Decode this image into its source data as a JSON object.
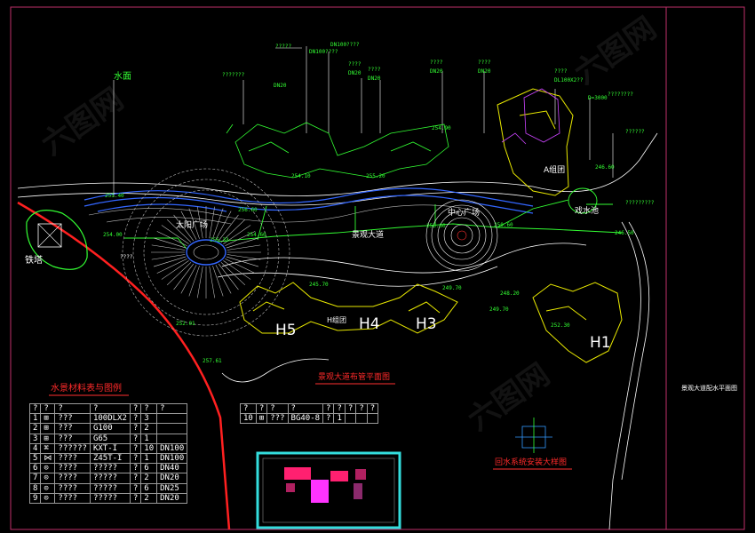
{
  "labels": {
    "water_surface": "水面",
    "iron_tower": "铁塔",
    "sun_plaza": "太阳广场",
    "central_plaza": "中心广场",
    "avenue": "景观大道",
    "water_play": "戏水池",
    "group_a": "A组团",
    "group_h": "H组团",
    "h1": "H1",
    "h3": "H3",
    "h4": "H4",
    "h5": "H5",
    "plan_title": "景观大道布管平面图",
    "detail_title": "回水系统安装大样图",
    "legend_title": "水景材料表与图例",
    "sheet_title": "景观大道配水平面图"
  },
  "pipe_labels": {
    "dn100_a": "DN100????",
    "dn100_b": "DN100????",
    "dn20_a": "DN20",
    "dn20_b": "DN20",
    "dn20_c": "DN20",
    "dn20_d": "DN20",
    "dn20_e": "DN20",
    "dl100": "DL100X2??",
    "d3000": "D=3000",
    "q1": "?????",
    "q2": "????",
    "q3": "????",
    "q4": "????",
    "q5": "????",
    "q6": "???????",
    "q7": "????????",
    "q8": "??????",
    "q9": "?????????",
    "q10": "????",
    "q11": "????"
  },
  "elevations": {
    "e1": "255.40",
    "e2": "254.00",
    "e3": "256.33",
    "e4": "256.60",
    "e5": "254.60",
    "e6": "254.10",
    "e7": "255.20",
    "e8": "256.60",
    "e9": "246.60",
    "e10": "245.70",
    "e11": "249.70",
    "e12": "248.20",
    "e13": "249.70",
    "e14": "252.01",
    "e15": "257.61",
    "e16": "254.90",
    "e17": "250.60",
    "e18": "246.50",
    "e19": "252.30"
  },
  "legend_table": {
    "header": [
      "?",
      "?",
      "?",
      "?",
      "?",
      "?",
      "?"
    ],
    "rows": [
      [
        "1",
        "⊞",
        "???",
        "100DLX2",
        "?",
        "3",
        ""
      ],
      [
        "2",
        "⊞",
        "???",
        "G100",
        "?",
        "2",
        ""
      ],
      [
        "3",
        "⊞",
        "???",
        "G65",
        "?",
        "1",
        ""
      ],
      [
        "4",
        "⌘",
        "??????",
        "KXT-I",
        "?",
        "10",
        "DN100"
      ],
      [
        "5",
        "⋈",
        "????",
        "Z45T-I",
        "?",
        "1",
        "DN100"
      ],
      [
        "6",
        "⊙",
        "????",
        "?????",
        "?",
        "6",
        "DN40"
      ],
      [
        "7",
        "⊙",
        "????",
        "?????",
        "?",
        "2",
        "DN20"
      ],
      [
        "8",
        "⊙",
        "????",
        "?????",
        "?",
        "6",
        "DN25"
      ],
      [
        "9",
        "⊙",
        "????",
        "?????",
        "?",
        "2",
        "DN20"
      ]
    ]
  },
  "aux_table": {
    "header": [
      "?",
      "?",
      "?",
      "?",
      "?",
      "?",
      "?",
      "?",
      "?"
    ],
    "row": [
      "10",
      "⊞",
      "???",
      "BG40-8",
      "?",
      "1",
      "",
      "",
      ""
    ]
  },
  "colors": {
    "background": "#000000",
    "building": "#e8e800",
    "plan_green": "#33ff33",
    "pipe_blue": "#3366ff",
    "edge_red": "#ff2020",
    "frame_magenta": "#c0306a",
    "cyan_frame": "#33dddd",
    "purple": "#cc44ff"
  }
}
